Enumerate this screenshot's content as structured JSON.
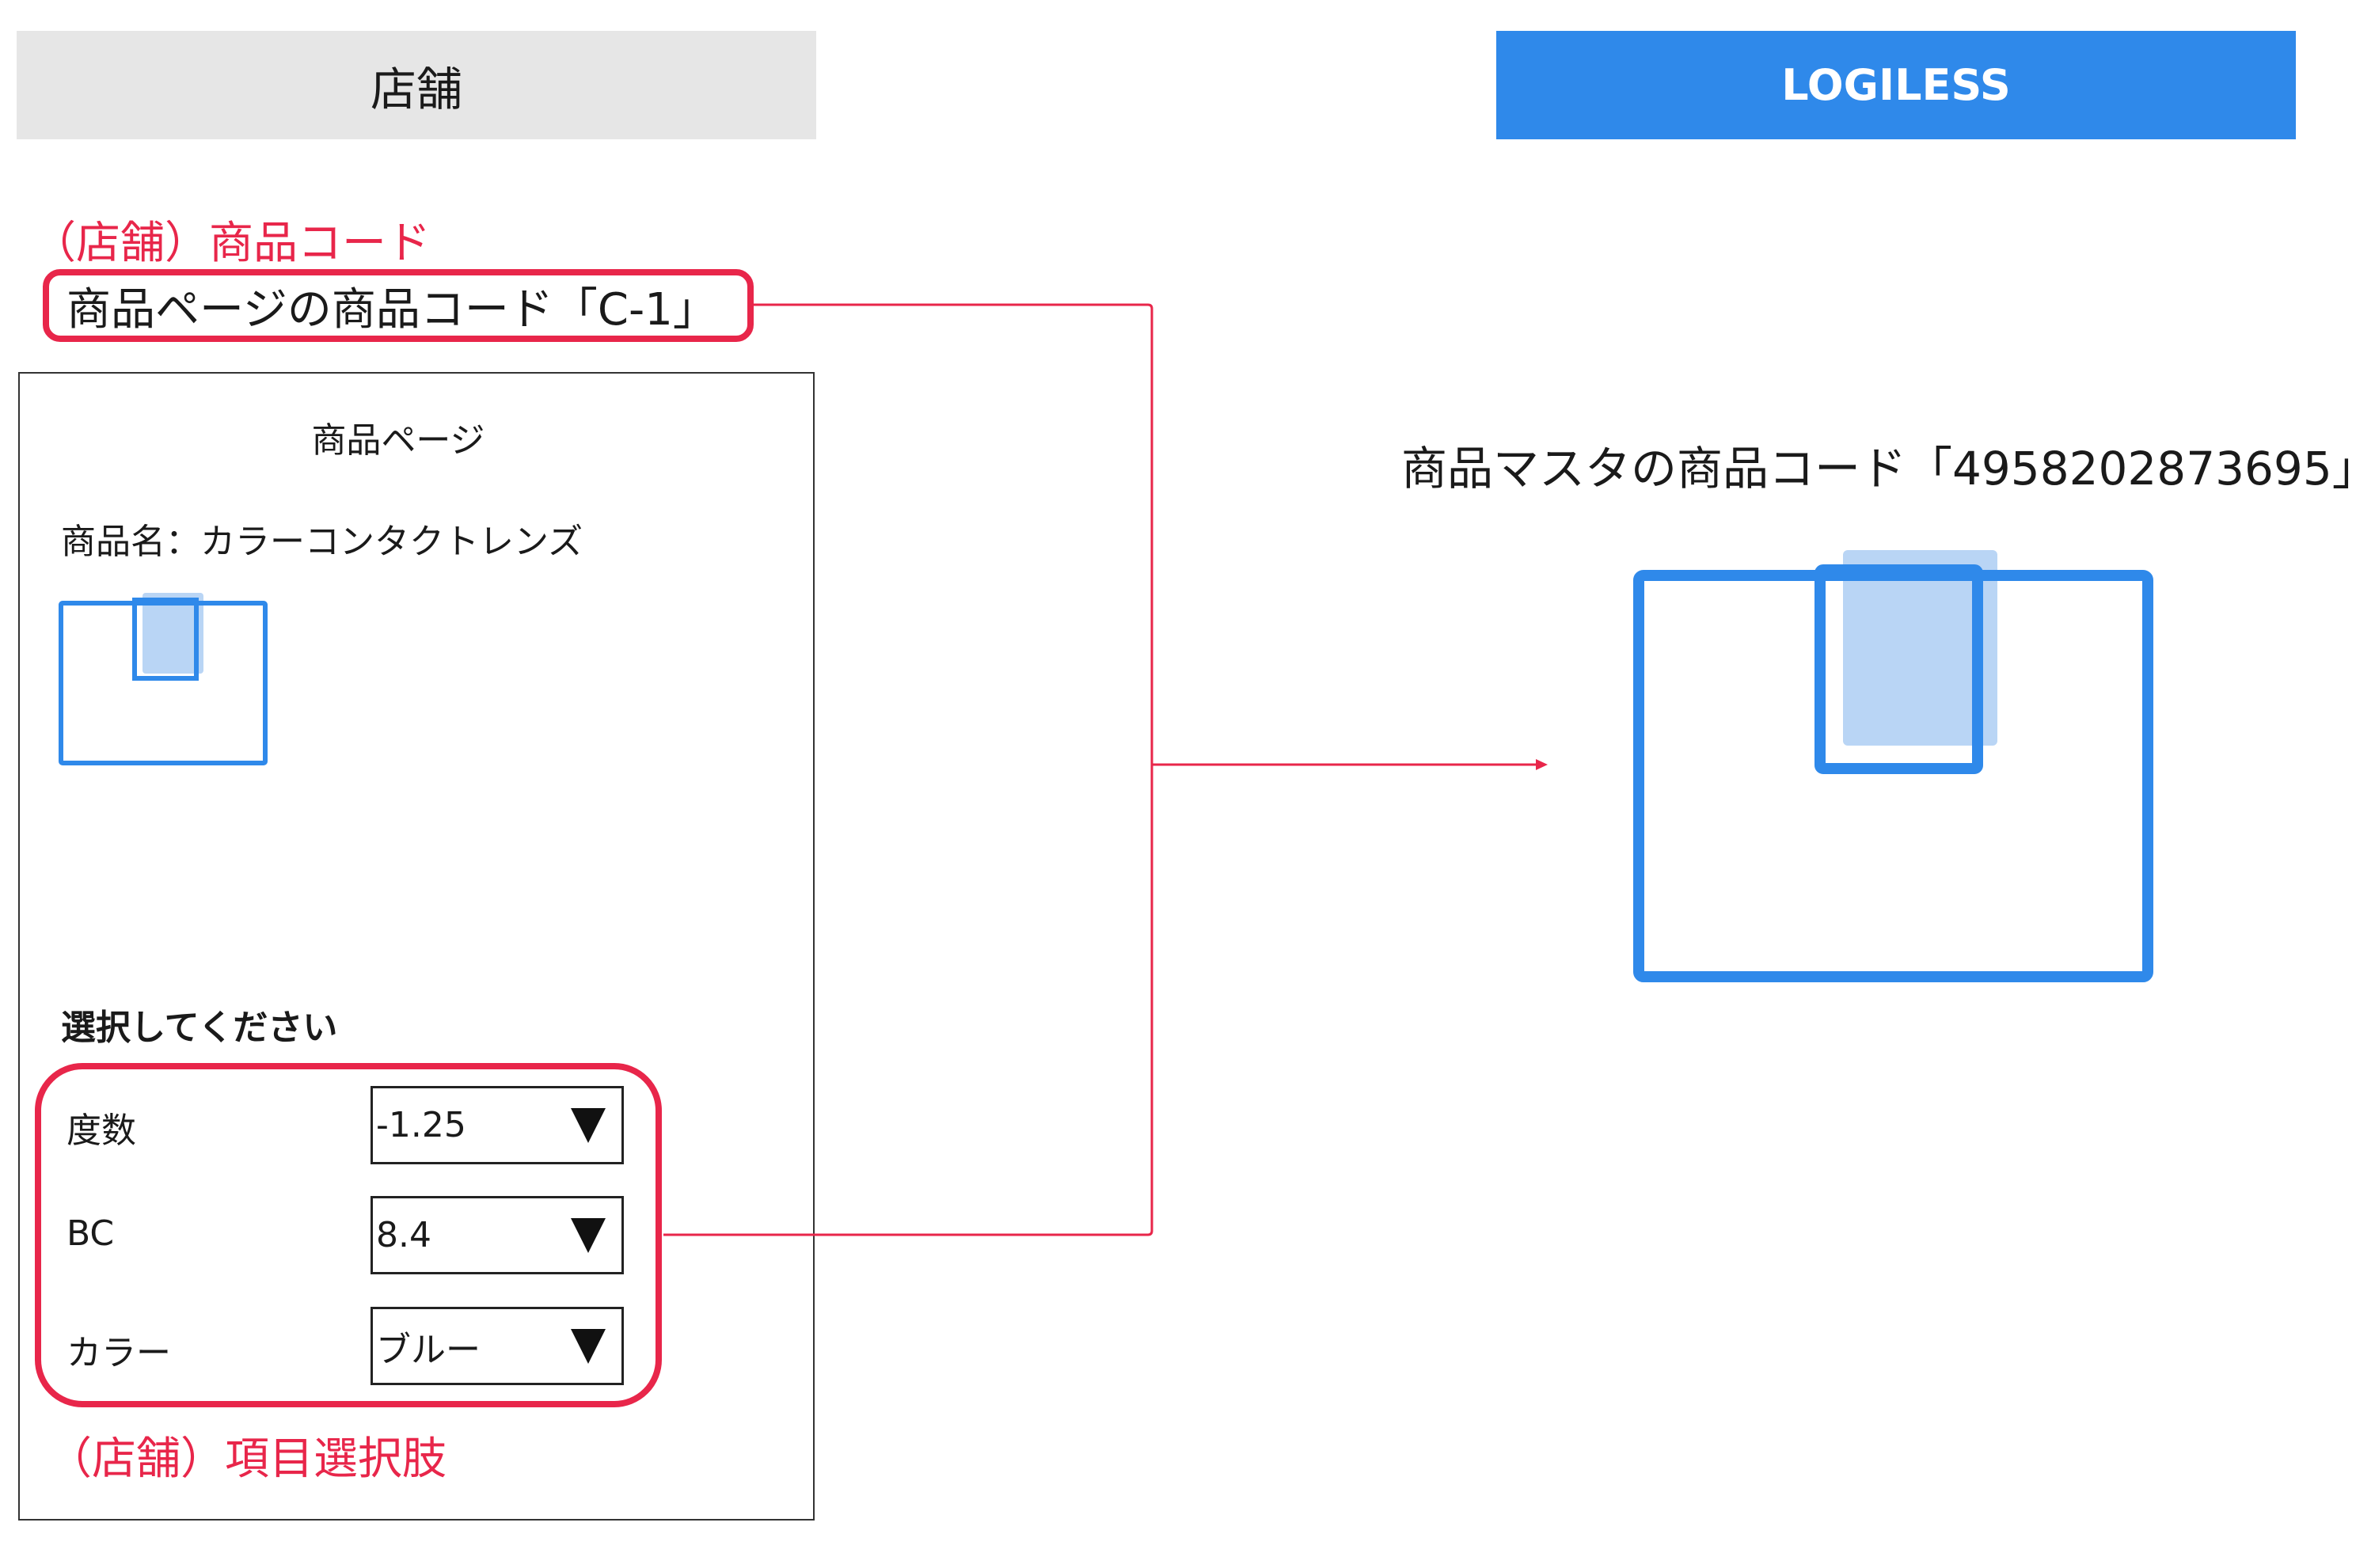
{
  "headers": {
    "store": "店舗",
    "logiless": "LOGILESS"
  },
  "store": {
    "product_code_label": "（店舗）商品コード",
    "product_code_text": "商品ページの商品コード「C-1」",
    "page": {
      "title": "商品ページ",
      "product_name": "商品名：カラーコンタクトレンズ",
      "select_prompt": "選択してください",
      "options": [
        {
          "label": "度数",
          "value": "-1.25"
        },
        {
          "label": "BC",
          "value": "8.4"
        },
        {
          "label": "カラー",
          "value": "ブルー"
        }
      ]
    },
    "options_label": "（店舗）項目選択肢"
  },
  "logiless": {
    "master_code_text": "商品マスタの商品コード「4958202873695」"
  },
  "colors": {
    "accent_red": "#e8264a",
    "brand_blue": "#2f89ea",
    "light_blue": "#b9d5f5",
    "header_gray": "#e6e6e6"
  }
}
